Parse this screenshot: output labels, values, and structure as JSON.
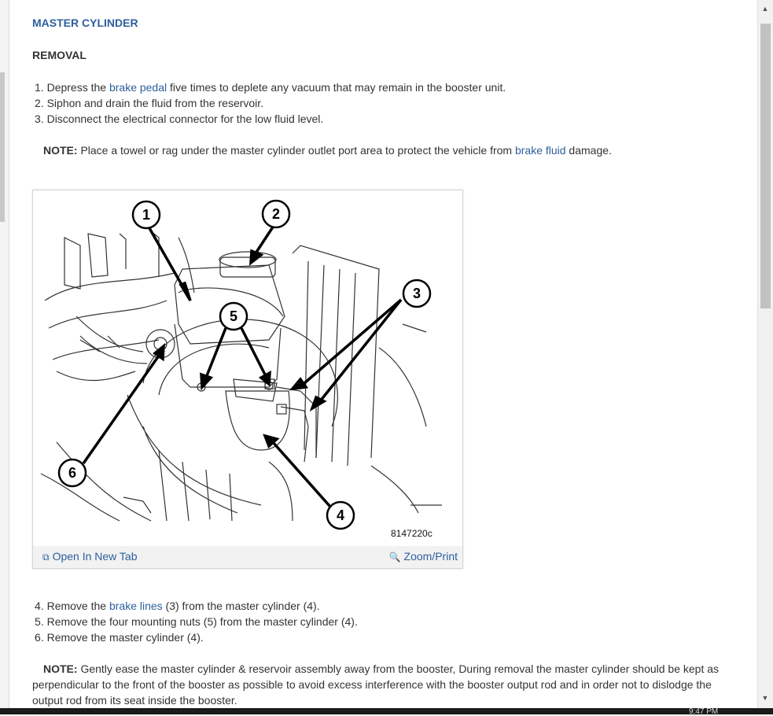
{
  "doc": {
    "title": "MASTER CYLINDER",
    "section": "REMOVAL",
    "steps_a": [
      {
        "num": "1.",
        "pre": "Depress the ",
        "link": "brake pedal",
        "post": " five times to deplete any vacuum that may remain in the booster unit."
      },
      {
        "num": "2.",
        "text": "Siphon and drain the fluid from the reservoir."
      },
      {
        "num": "3.",
        "text": "Disconnect the electrical connector for the low fluid level."
      }
    ],
    "note1": {
      "label": "NOTE:",
      "pre": " Place a towel or rag under the master cylinder outlet port area to protect the vehicle from ",
      "link": "brake fluid",
      "post": " damage."
    },
    "steps_b": [
      {
        "num": "4.",
        "pre": "Remove the ",
        "link": "brake lines",
        "post": " (3) from the master cylinder (4)."
      },
      {
        "num": "5.",
        "text": "Remove the four mounting nuts (5) from the master cylinder (4)."
      },
      {
        "num": "6.",
        "text": "Remove the master cylinder (4)."
      }
    ],
    "note2": {
      "label": "NOTE:",
      "text": " Gently ease the master cylinder & reservoir assembly away from the booster, During removal the master cylinder should be kept as perpendicular to the front of the booster as possible to avoid excess interference with the booster output rod and in order not to dislodge the output rod from its seat inside the booster."
    }
  },
  "figure": {
    "image_id": "8147220c",
    "callouts": [
      "1",
      "2",
      "3",
      "4",
      "5",
      "6"
    ],
    "open_label": "Open In New Tab",
    "zoom_label": "Zoom/Print",
    "open_icon": "external-tab-icon",
    "zoom_icon": "magnifier-plus-icon"
  },
  "taskbar": {
    "clock": "9:47 PM"
  }
}
